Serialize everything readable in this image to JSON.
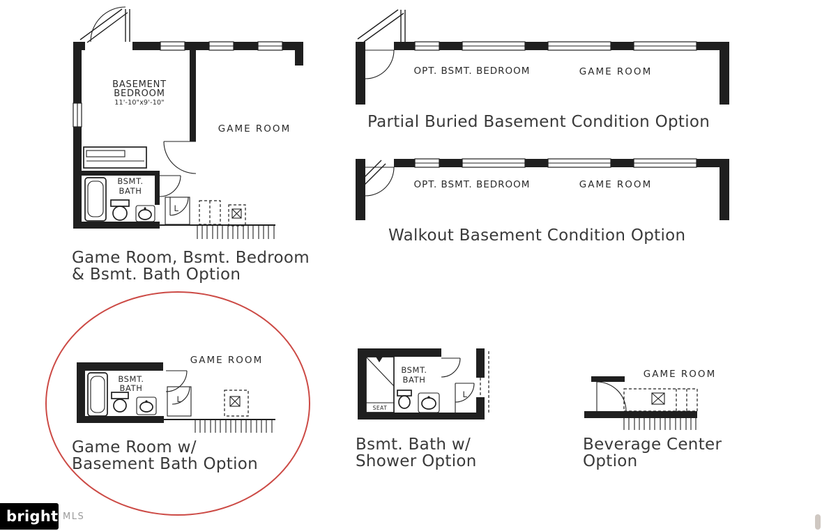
{
  "colors": {
    "ink": "#1f1f1f",
    "caption_text": "#3a3a3a",
    "highlight_circle": "#cc4a45",
    "logo_bg": "#000000",
    "logo_text": "#ffffff",
    "logo_dot": "#e8572e",
    "logo_mls": "#9b9b9b"
  },
  "plans": {
    "bedroom_option": {
      "labels": {
        "bedroom_line1": "BASEMENT",
        "bedroom_line2": "BEDROOM",
        "bedroom_dims": "11'-10\"x9'-10\"",
        "game_room": "GAME ROOM",
        "bath_line1": "BSMT.",
        "bath_line2": "BATH",
        "linen": "L"
      },
      "caption_line1": "Game Room, Bsmt. Bedroom",
      "caption_line2": "& Bsmt. Bath Option"
    },
    "partial_buried": {
      "labels": {
        "bedroom": "OPT. BSMT. BEDROOM",
        "game_room": "GAME ROOM"
      },
      "caption": "Partial Buried Basement Condition Option"
    },
    "walkout": {
      "labels": {
        "bedroom": "OPT. BSMT. BEDROOM",
        "game_room": "GAME ROOM"
      },
      "caption": "Walkout Basement Condition Option"
    },
    "game_room_bath": {
      "labels": {
        "bath_line1": "BSMT.",
        "bath_line2": "BATH",
        "game_room": "GAME ROOM",
        "linen": "L"
      },
      "caption_line1": "Game Room w/",
      "caption_line2": "Basement Bath Option"
    },
    "bath_shower": {
      "labels": {
        "bath_line1": "BSMT.",
        "bath_line2": "BATH",
        "seat": "SEAT",
        "linen": "L"
      },
      "caption_line1": "Bsmt. Bath w/",
      "caption_line2": "Shower Option"
    },
    "beverage_center": {
      "labels": {
        "game_room": "GAME ROOM"
      },
      "caption_line1": "Beverage Center",
      "caption_line2": "Option"
    }
  },
  "watermark": {
    "brand": "bright",
    "suffix": "MLS"
  }
}
